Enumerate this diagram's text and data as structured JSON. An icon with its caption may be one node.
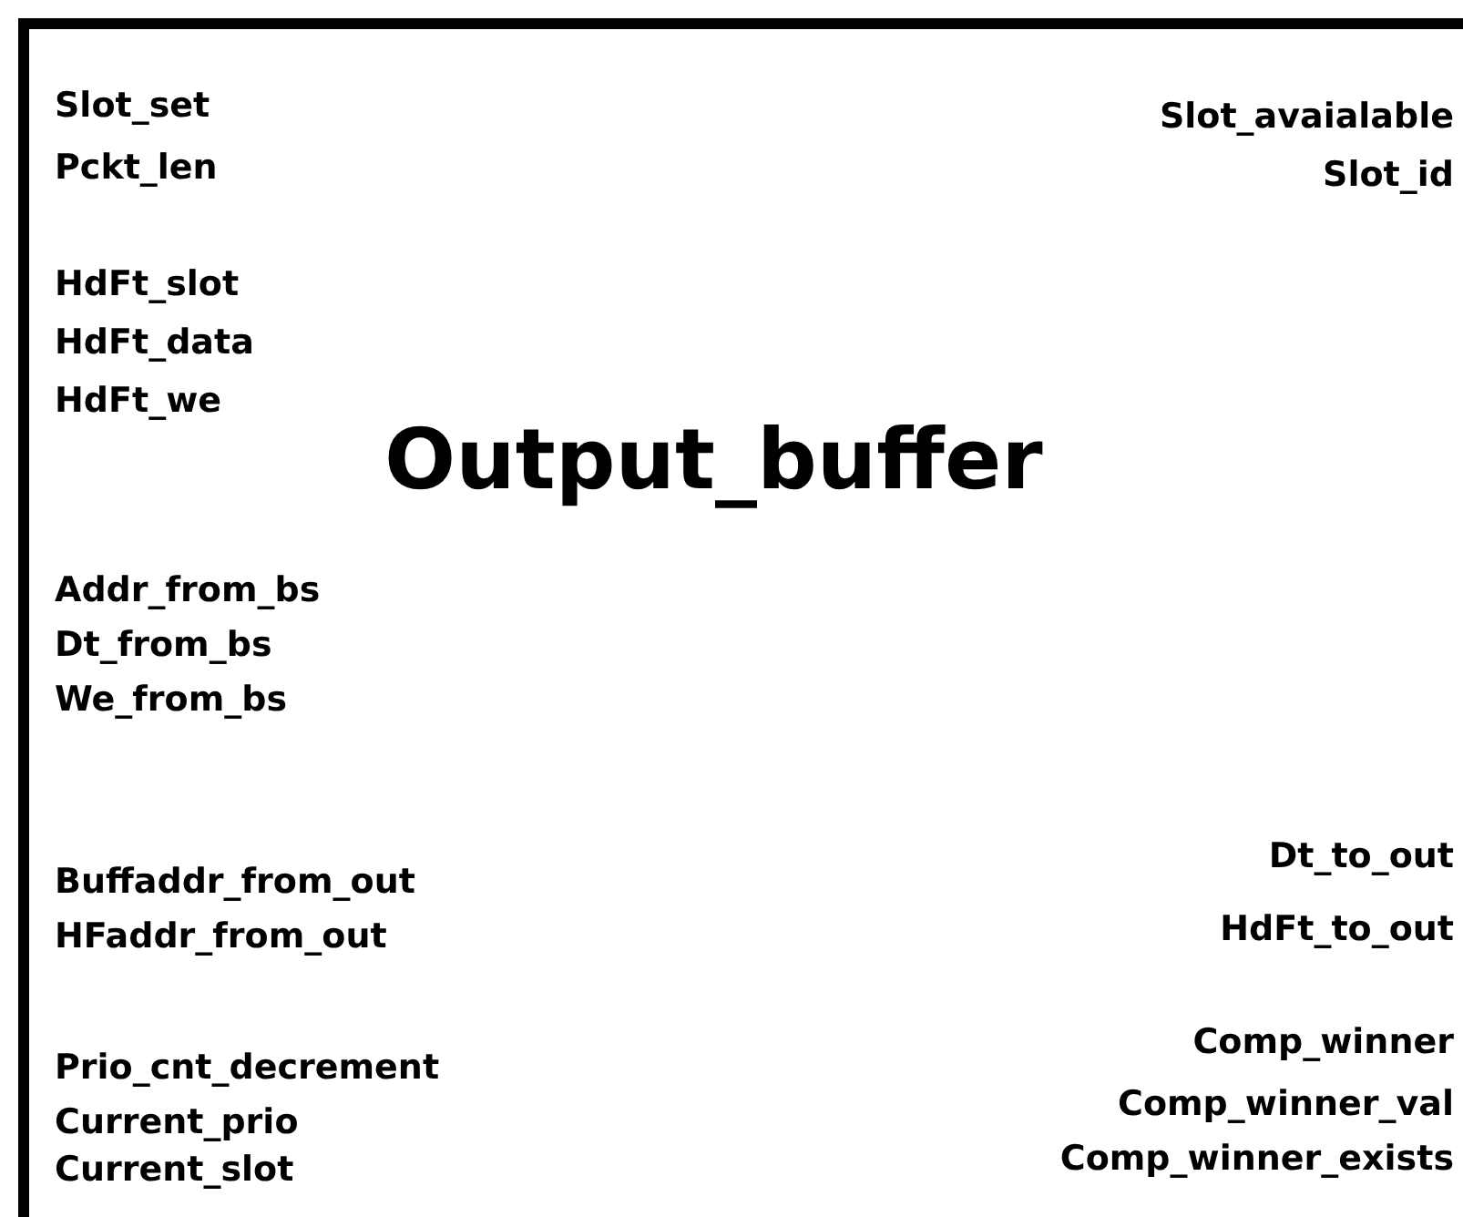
{
  "diagram": {
    "nodes": [
      {
        "text": [
          "Output_buffer"
        ]
      }
    ],
    "labels": [
      "Slot_set",
      "Slot_avaialable",
      "Pckt_len",
      "Slot_id",
      "HdFt_slot",
      "HdFt_data",
      "HdFt_we",
      "Addr_from_bs",
      "Dt_from_bs",
      "We_from_bs",
      "Dt_to_out",
      "Buffaddr_from_out",
      "HFaddr_from_out",
      "HdFt_to_out",
      "Comp_winner",
      "Prio_cnt_decrement",
      "Comp_winner_val",
      "Current_prio",
      "Current_slot",
      "Comp_winner_exists"
    ]
  }
}
